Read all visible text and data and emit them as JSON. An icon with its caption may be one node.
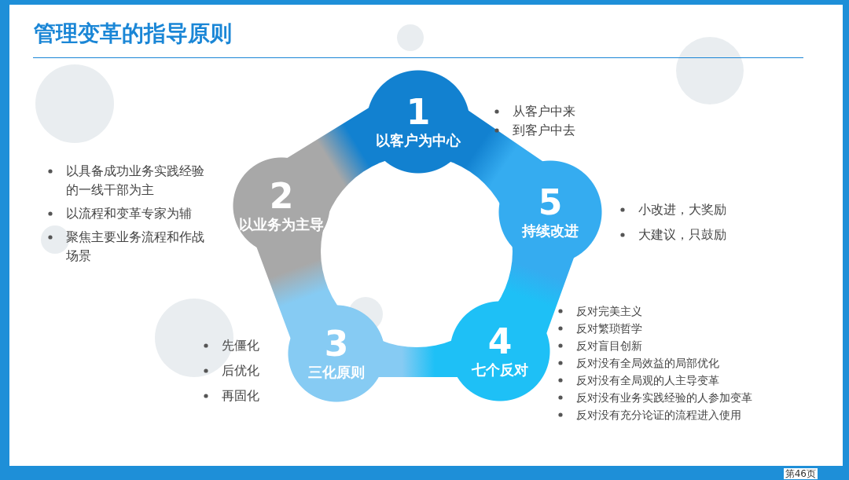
{
  "diagram": {
    "title": "管理变革的指导原则",
    "nodes": [
      {
        "text": [
          "1",
          "以客户为中心"
        ],
        "beside": [
          "从客户中来",
          "到客户中去"
        ]
      },
      {
        "text": [
          "2",
          "以业务为主导"
        ],
        "beside": [
          "以具备成功业务实践经验的一线干部为主",
          "以流程和变革专家为辅",
          "聚焦主要业务流程和作战场景"
        ]
      },
      {
        "text": [
          "5",
          "持续改进"
        ],
        "beside": [
          "小改进，大奖励",
          "大建议，只鼓励"
        ]
      },
      {
        "text": [
          "3",
          "三化原则"
        ],
        "beside": [
          "先僵化",
          "后优化",
          "再固化"
        ]
      },
      {
        "text": [
          "4",
          "七个反对"
        ],
        "beside": [
          "反对完美主义",
          "反对繁琐哲学",
          "反对盲目创新",
          "反对没有全局效益的局部优化",
          "反对没有全局观的人主导变革",
          "反对没有业务实践经验的人参加变革",
          "反对没有充分论证的流程进入使用"
        ]
      }
    ],
    "labels": [
      "第46页"
    ]
  }
}
